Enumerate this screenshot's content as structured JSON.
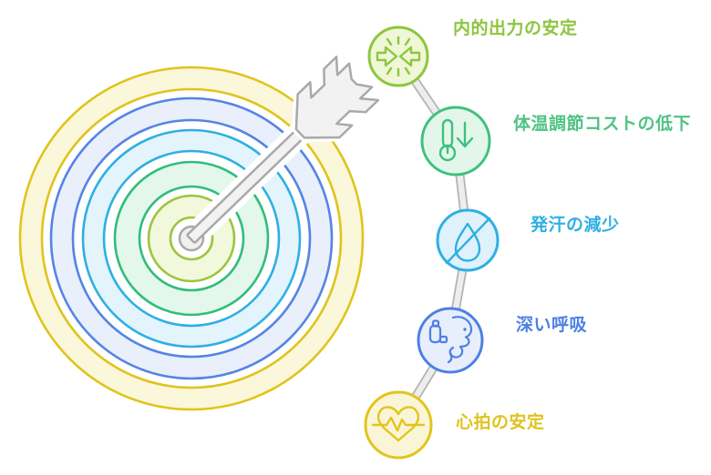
{
  "diagram": {
    "title": "calm-body-benefits-target-diagram",
    "background": "#ffffff",
    "target": {
      "rings": [
        {
          "name": "yellow-ring",
          "fill": "#FBF7DB",
          "stroke": "#E0C41D"
        },
        {
          "name": "blue-ring",
          "fill": "#E9EFFB",
          "stroke": "#5584E4"
        },
        {
          "name": "cyan-ring",
          "fill": "#E3F4FC",
          "stroke": "#2FAFE3"
        },
        {
          "name": "green-ring",
          "fill": "#E3F7EB",
          "stroke": "#31BD7C"
        },
        {
          "name": "lime-bullseye",
          "fill": "#F2F8DC",
          "stroke": "#9AC63C"
        }
      ],
      "bull_center_fill": "#FFFFFF",
      "knob": {
        "fill": "#F0F0F0",
        "stroke": "#A9A9A9"
      }
    },
    "arrow": {
      "name": "dart-arrow",
      "fill": "#F2F2F2",
      "stroke": "#A9A9A9"
    },
    "connector": {
      "fill": "#EDEDED",
      "stroke": "#B3B3B3"
    },
    "items": [
      {
        "id": "internal-output",
        "label": "内的出力の安定",
        "icon": "converge-arrows-icon",
        "fill": "#EFF7D6",
        "stroke": "#8EC63F",
        "label_color": "#8CC63F"
      },
      {
        "id": "thermoregulation-cost",
        "label": "体温調節コストの低下",
        "icon": "thermometer-down-icon",
        "fill": "#E2F7EA",
        "stroke": "#3FC07E",
        "label_color": "#4FC383"
      },
      {
        "id": "less-sweating",
        "label": "発汗の減少",
        "icon": "no-sweat-droplet-icon",
        "fill": "#DFF2FB",
        "stroke": "#2FAFE3",
        "label_color": "#2FAFE3"
      },
      {
        "id": "deep-breathing",
        "label": "深い呼吸",
        "icon": "deep-breath-icon",
        "fill": "#E8EEFB",
        "stroke": "#4D80E6",
        "label_color": "#4D80E6"
      },
      {
        "id": "stable-heart-rate",
        "label": "心拍の安定",
        "icon": "heart-ecg-icon",
        "fill": "#FBF5D7",
        "stroke": "#E2C51C",
        "label_color": "#E0C31D"
      }
    ]
  }
}
